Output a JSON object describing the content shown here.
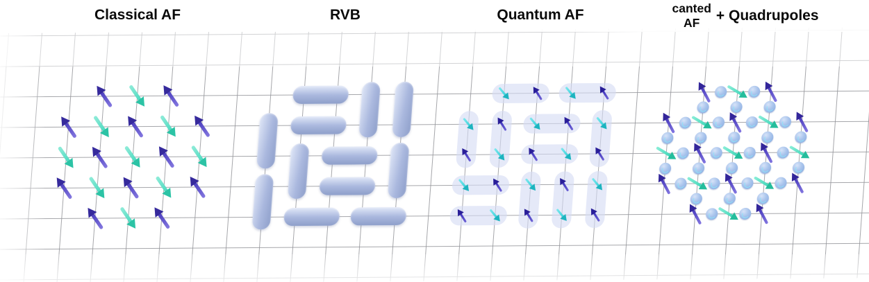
{
  "figure": {
    "titles": {
      "classical": "Classical AF",
      "rvb": "RVB",
      "quantum": "Quantum AF",
      "canted_top": "canted",
      "canted_bottom": "AF",
      "canted_suffix": "+ Quadrupoles"
    },
    "colors": {
      "background": "#ffffff",
      "grid_line": "#96979c",
      "title_text": "#0a0a0a"
    },
    "panels": [
      {
        "name": "classical-af",
        "type": "spins",
        "spin": {
          "len": 38,
          "shaft": 5,
          "head_w": 13,
          "head_h": 14,
          "angles": {
            "P": -127,
            "T": 53
          }
        },
        "colors": {
          "P": {
            "light": "#8579e0",
            "body": "#4a3dbd",
            "head": "#362a9c"
          },
          "T": {
            "light": "#90ecd9",
            "body": "#4cd9bf",
            "head": "#2cc3a5"
          }
        },
        "spins": [
          [
            3,
            2,
            "P"
          ],
          [
            4,
            2,
            "T"
          ],
          [
            5,
            2,
            "P"
          ],
          [
            2,
            3,
            "P"
          ],
          [
            3,
            3,
            "T"
          ],
          [
            4,
            3,
            "P"
          ],
          [
            5,
            3,
            "T"
          ],
          [
            6,
            3,
            "P"
          ],
          [
            2,
            4,
            "T"
          ],
          [
            3,
            4,
            "P"
          ],
          [
            4,
            4,
            "T"
          ],
          [
            5,
            4,
            "P"
          ],
          [
            6,
            4,
            "T"
          ],
          [
            2,
            5,
            "P"
          ],
          [
            3,
            5,
            "T"
          ],
          [
            4,
            5,
            "P"
          ],
          [
            5,
            5,
            "T"
          ],
          [
            6,
            5,
            "P"
          ],
          [
            3,
            6,
            "P"
          ],
          [
            4,
            6,
            "T"
          ],
          [
            5,
            6,
            "P"
          ]
        ]
      },
      {
        "name": "rvb",
        "type": "dimers",
        "pill": {
          "len": 80,
          "w": 26
        },
        "pill_colors": {
          "light": "#d9e1f4",
          "mid": "#aab8de",
          "dark": "#8fa0cb"
        },
        "dimers": [
          [
            9,
            2,
            "h"
          ],
          [
            11,
            2,
            "v"
          ],
          [
            12,
            2,
            "v"
          ],
          [
            8,
            3,
            "v"
          ],
          [
            9,
            3,
            "h"
          ],
          [
            9,
            4,
            "v"
          ],
          [
            10,
            4,
            "h"
          ],
          [
            12,
            4,
            "v"
          ],
          [
            8,
            5,
            "v"
          ],
          [
            10,
            5,
            "h"
          ],
          [
            9,
            6,
            "h"
          ],
          [
            11,
            6,
            "h"
          ]
        ]
      },
      {
        "name": "quantum-af",
        "type": "spin_dimers",
        "capsule": {
          "len": 82,
          "w": 28,
          "fill": "rgba(213,220,243,0.62)"
        },
        "spin": {
          "len": 23,
          "shaft": 3,
          "head_w": 9,
          "head_h": 10,
          "angles": {
            "P": -125,
            "T": 48
          }
        },
        "colors": {
          "P": {
            "light": "#6f64d6",
            "body": "#3c30bb",
            "head": "#291e98"
          },
          "T": {
            "light": "#7fe8ee",
            "body": "#35d0d9",
            "head": "#1db4bf"
          }
        },
        "dimers": [
          [
            15,
            2,
            "h",
            "T",
            "P"
          ],
          [
            17,
            2,
            "h",
            "T",
            "P"
          ],
          [
            14,
            3,
            "v",
            "T",
            "P"
          ],
          [
            15,
            3,
            "v",
            "P",
            "T"
          ],
          [
            16,
            3,
            "h",
            "T",
            "P"
          ],
          [
            18,
            3,
            "v",
            "T",
            "P"
          ],
          [
            16,
            4,
            "h",
            "P",
            "T"
          ],
          [
            14,
            5,
            "h",
            "T",
            "P"
          ],
          [
            16,
            5,
            "v",
            "T",
            "P"
          ],
          [
            17,
            5,
            "v",
            "P",
            "T"
          ],
          [
            18,
            5,
            "v",
            "T",
            "P"
          ],
          [
            14,
            6,
            "h",
            "P",
            "T"
          ]
        ]
      },
      {
        "name": "canted-af-quadrupoles",
        "type": "spins_discs",
        "spin": {
          "len": 34,
          "shaft": 4,
          "head_w": 11,
          "head_h": 12,
          "angles": {
            "P": -121,
            "T": 30
          }
        },
        "colors": {
          "P": {
            "light": "#8377e0",
            "body": "#483abc",
            "head": "#33269a"
          },
          "T": {
            "light": "#8ceed8",
            "body": "#3fd6b8",
            "head": "#25bd9c"
          }
        },
        "disc": {
          "size": 17,
          "light": "#d6e3f8",
          "mid": "#a9c4ec",
          "dark": "#8fb0e2",
          "swirl": "rgba(140,228,250,0.95)"
        },
        "spins": [
          [
            21,
            2,
            "P"
          ],
          [
            22,
            2,
            "T"
          ],
          [
            23,
            2,
            "P"
          ],
          [
            20,
            3,
            "P"
          ],
          [
            21,
            3,
            "T"
          ],
          [
            22,
            3,
            "P"
          ],
          [
            23,
            3,
            "T"
          ],
          [
            24,
            3,
            "P"
          ],
          [
            20,
            4,
            "T"
          ],
          [
            21,
            4,
            "P"
          ],
          [
            22,
            4,
            "T"
          ],
          [
            23,
            4,
            "P"
          ],
          [
            24,
            4,
            "T"
          ],
          [
            20,
            5,
            "P"
          ],
          [
            21,
            5,
            "T"
          ],
          [
            22,
            5,
            "P"
          ],
          [
            23,
            5,
            "T"
          ],
          [
            24,
            5,
            "P"
          ],
          [
            21,
            6,
            "P"
          ],
          [
            22,
            6,
            "T"
          ],
          [
            23,
            6,
            "P"
          ]
        ],
        "discs": [
          [
            21,
            2,
            "h"
          ],
          [
            22,
            2,
            "h"
          ],
          [
            21,
            2,
            "v"
          ],
          [
            22,
            2,
            "v"
          ],
          [
            23,
            2,
            "v"
          ],
          [
            20,
            3,
            "h"
          ],
          [
            21,
            3,
            "h"
          ],
          [
            22,
            3,
            "h"
          ],
          [
            23,
            3,
            "h"
          ],
          [
            20,
            3,
            "v"
          ],
          [
            21,
            3,
            "v"
          ],
          [
            22,
            3,
            "v"
          ],
          [
            23,
            3,
            "v"
          ],
          [
            24,
            3,
            "v"
          ],
          [
            20,
            4,
            "h"
          ],
          [
            21,
            4,
            "h"
          ],
          [
            22,
            4,
            "h"
          ],
          [
            23,
            4,
            "h"
          ],
          [
            20,
            4,
            "v"
          ],
          [
            21,
            4,
            "v"
          ],
          [
            22,
            4,
            "v"
          ],
          [
            23,
            4,
            "v"
          ],
          [
            24,
            4,
            "v"
          ],
          [
            20,
            5,
            "h"
          ],
          [
            21,
            5,
            "h"
          ],
          [
            22,
            5,
            "h"
          ],
          [
            23,
            5,
            "h"
          ],
          [
            21,
            5,
            "v"
          ],
          [
            22,
            5,
            "v"
          ],
          [
            23,
            5,
            "v"
          ],
          [
            21,
            6,
            "h"
          ],
          [
            22,
            6,
            "h"
          ]
        ]
      }
    ]
  }
}
